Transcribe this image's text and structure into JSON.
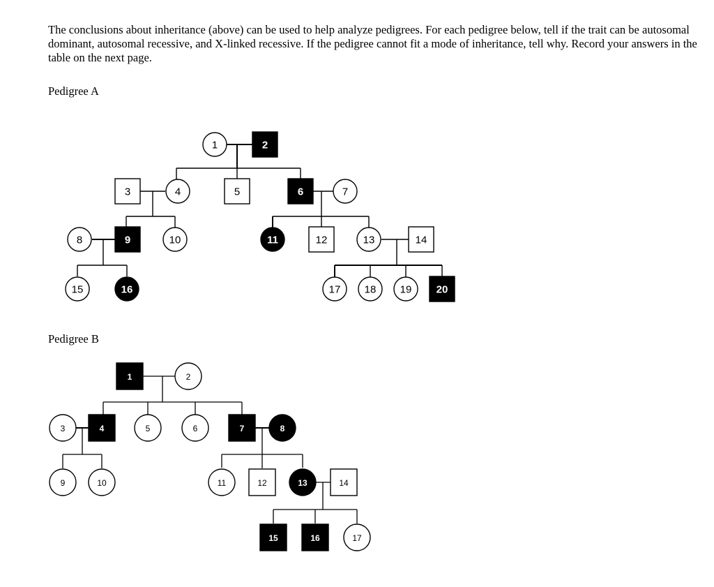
{
  "intro": "The conclusions about inheritance (above) can be used to help analyze pedigrees. For each pedigree below, tell if the trait can be autosomal dominant, autosomal recessive, and X-linked recessive. If the pedigree cannot fit a mode of inheritance, tell why. Record your answers in the table on the next page.",
  "pedigree_a": {
    "title": "Pedigree A",
    "individuals": [
      {
        "id": "1",
        "sex": "female",
        "affected": false
      },
      {
        "id": "2",
        "sex": "male",
        "affected": true
      },
      {
        "id": "3",
        "sex": "male",
        "affected": false
      },
      {
        "id": "4",
        "sex": "female",
        "affected": false
      },
      {
        "id": "5",
        "sex": "male",
        "affected": false
      },
      {
        "id": "6",
        "sex": "male",
        "affected": true
      },
      {
        "id": "7",
        "sex": "female",
        "affected": false
      },
      {
        "id": "8",
        "sex": "female",
        "affected": false
      },
      {
        "id": "9",
        "sex": "male",
        "affected": true
      },
      {
        "id": "10",
        "sex": "female",
        "affected": false
      },
      {
        "id": "11",
        "sex": "female",
        "affected": true
      },
      {
        "id": "12",
        "sex": "male",
        "affected": false
      },
      {
        "id": "13",
        "sex": "female",
        "affected": false
      },
      {
        "id": "14",
        "sex": "male",
        "affected": false
      },
      {
        "id": "15",
        "sex": "female",
        "affected": false
      },
      {
        "id": "16",
        "sex": "female",
        "affected": true
      },
      {
        "id": "17",
        "sex": "female",
        "affected": false
      },
      {
        "id": "18",
        "sex": "female",
        "affected": false
      },
      {
        "id": "19",
        "sex": "female",
        "affected": false
      },
      {
        "id": "20",
        "sex": "male",
        "affected": true
      }
    ]
  },
  "pedigree_b": {
    "title": "Pedigree B",
    "individuals": [
      {
        "id": "1",
        "sex": "male",
        "affected": true
      },
      {
        "id": "2",
        "sex": "female",
        "affected": false
      },
      {
        "id": "3",
        "sex": "female",
        "affected": false
      },
      {
        "id": "4",
        "sex": "male",
        "affected": true
      },
      {
        "id": "5",
        "sex": "female",
        "affected": false
      },
      {
        "id": "6",
        "sex": "female",
        "affected": false
      },
      {
        "id": "7",
        "sex": "male",
        "affected": true
      },
      {
        "id": "8",
        "sex": "female",
        "affected": true
      },
      {
        "id": "9",
        "sex": "female",
        "affected": false
      },
      {
        "id": "10",
        "sex": "female",
        "affected": false
      },
      {
        "id": "11",
        "sex": "female",
        "affected": false
      },
      {
        "id": "12",
        "sex": "male",
        "affected": false
      },
      {
        "id": "13",
        "sex": "female",
        "affected": true
      },
      {
        "id": "14",
        "sex": "male",
        "affected": false
      },
      {
        "id": "15",
        "sex": "male",
        "affected": true
      },
      {
        "id": "16",
        "sex": "male",
        "affected": true
      },
      {
        "id": "17",
        "sex": "female",
        "affected": false
      }
    ]
  },
  "colors": {
    "affected_fill": "#000000",
    "unaffected_fill": "#ffffff",
    "line": "#000000"
  }
}
